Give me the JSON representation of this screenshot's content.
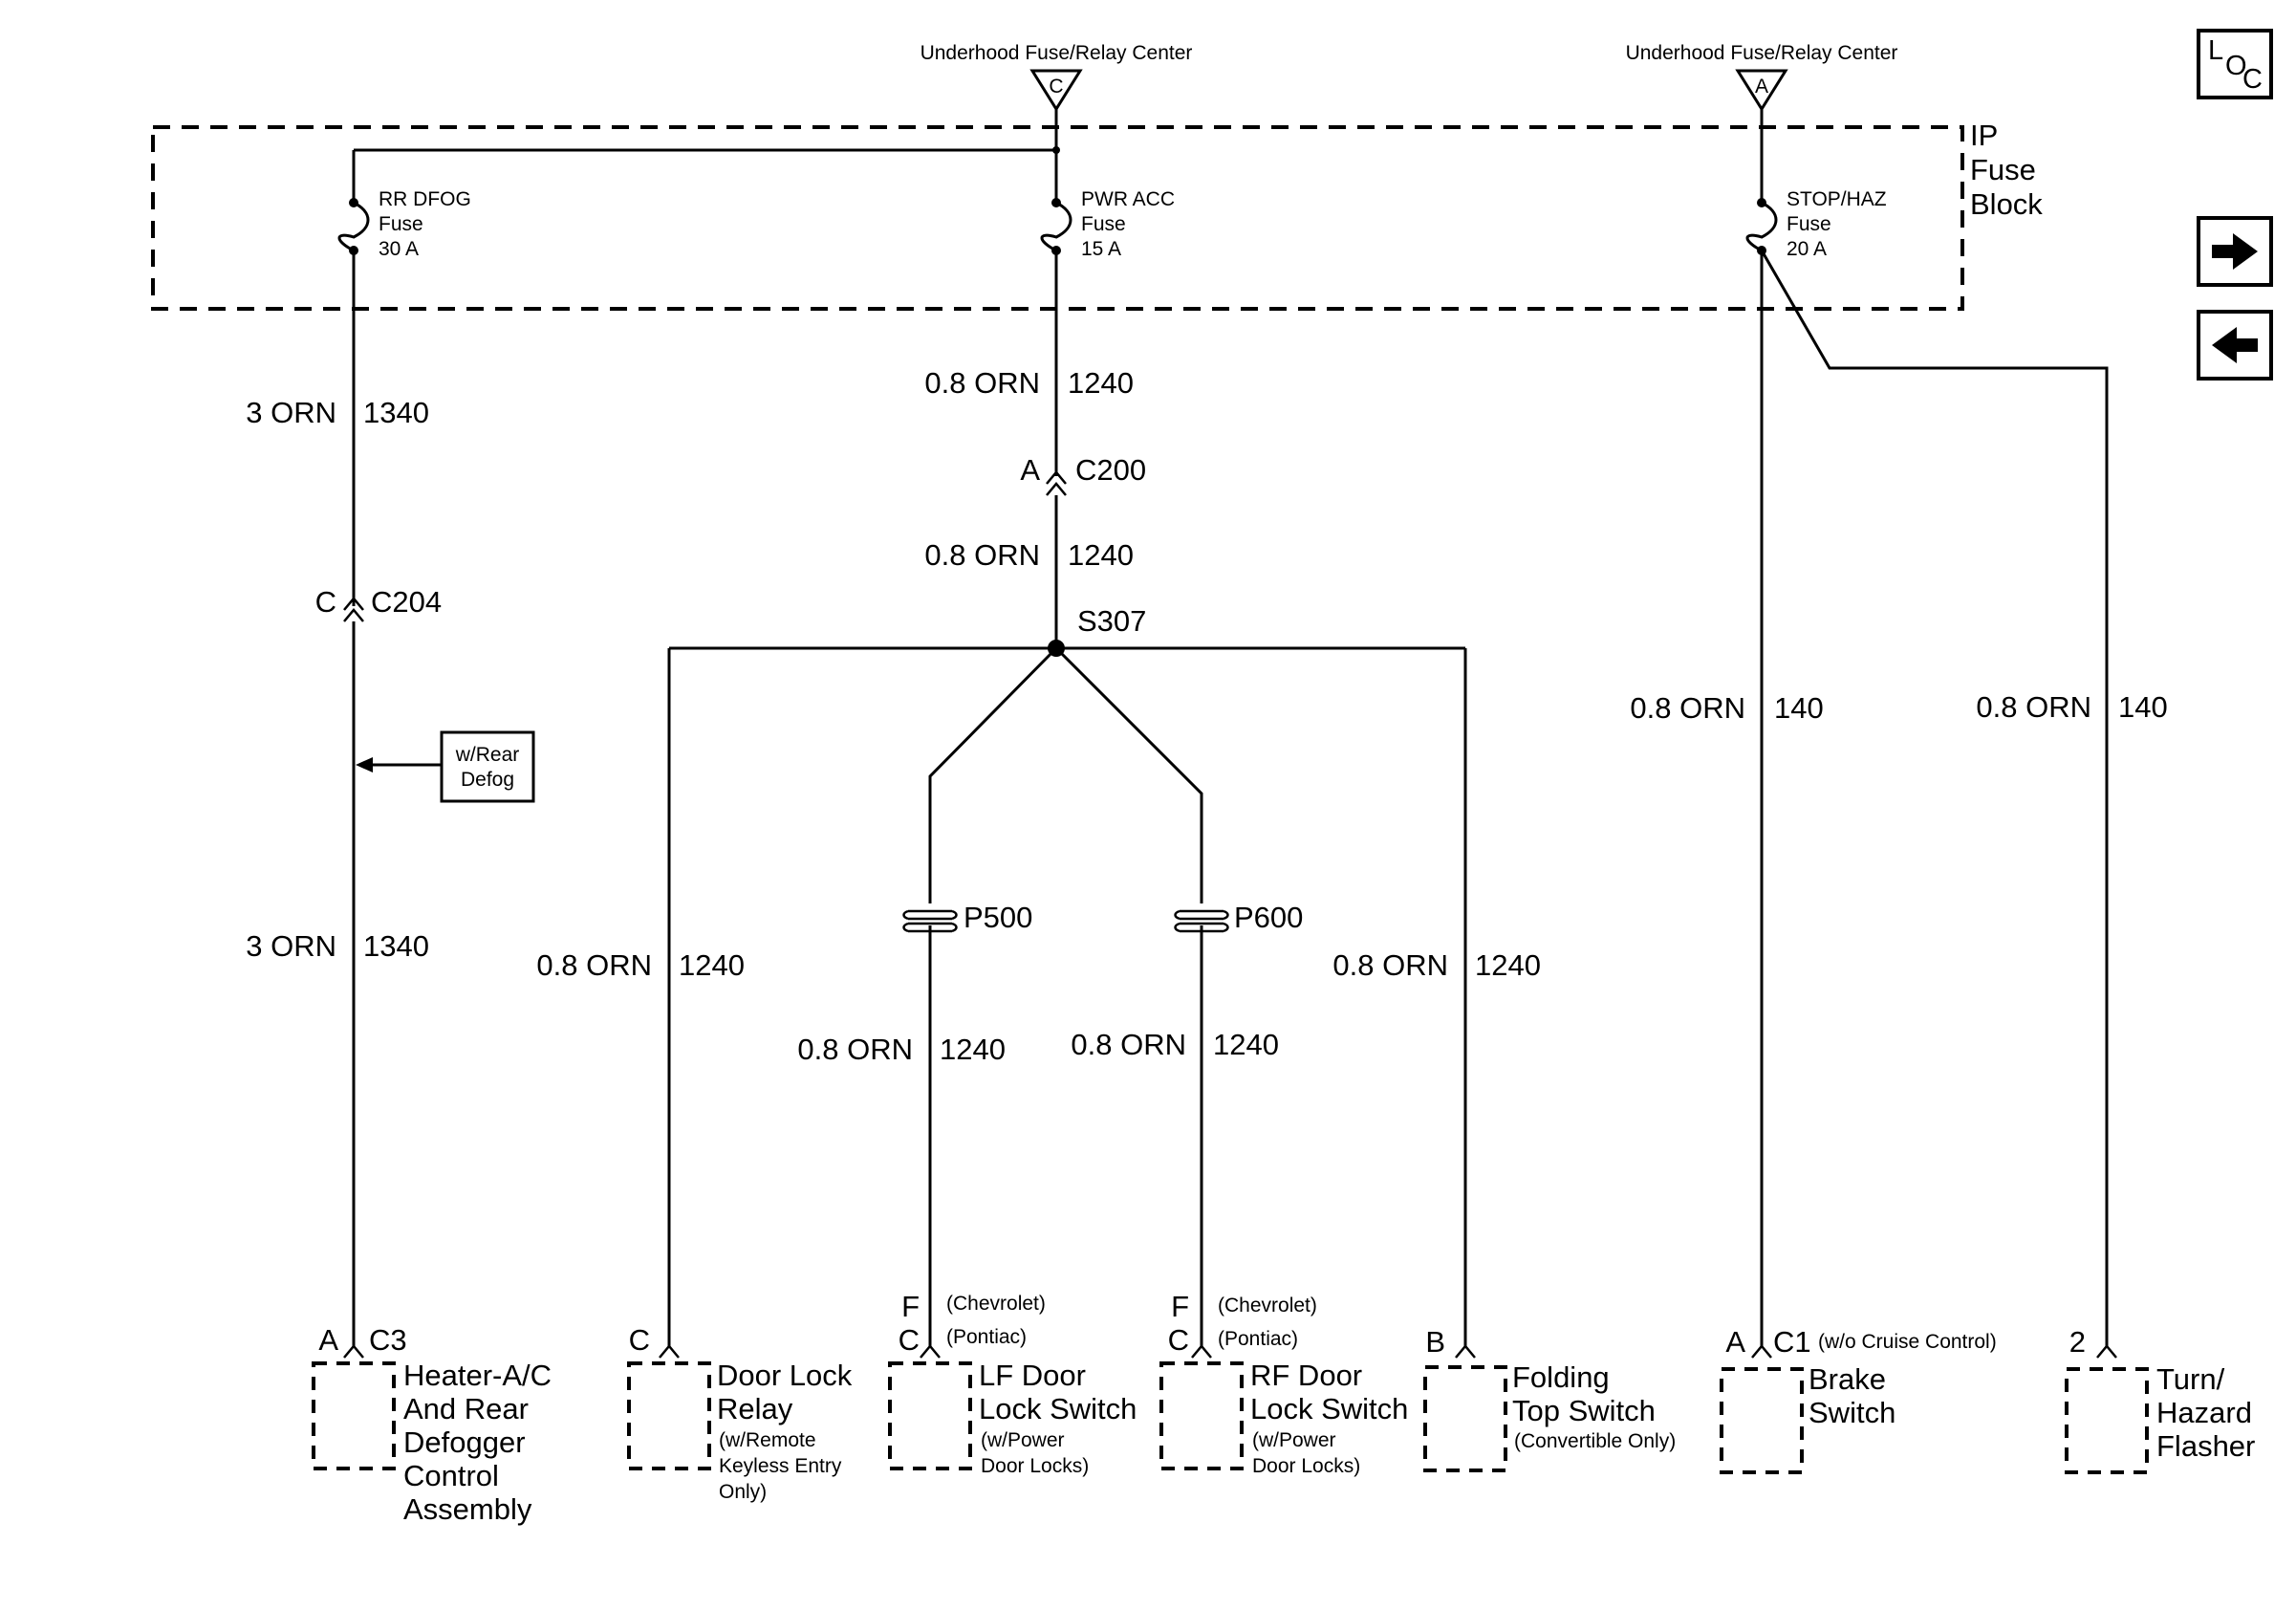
{
  "sources": [
    {
      "label": "Underhood Fuse/Relay Center",
      "terminal": "C"
    },
    {
      "label": "Underhood Fuse/Relay Center",
      "terminal": "A"
    }
  ],
  "fuse_block": {
    "line1": "IP",
    "line2": "Fuse",
    "line3": "Block"
  },
  "fuses": [
    {
      "name": "RR DFOG",
      "type": "Fuse",
      "rating": "30 A"
    },
    {
      "name": "PWR ACC",
      "type": "Fuse",
      "rating": "15 A"
    },
    {
      "name": "STOP/HAZ",
      "type": "Fuse",
      "rating": "20 A"
    }
  ],
  "wires": [
    {
      "gauge_color": "3 ORN",
      "circuit": "1340"
    },
    {
      "gauge_color": "3 ORN",
      "circuit": "1340"
    },
    {
      "gauge_color": "0.8 ORN",
      "circuit": "1240"
    },
    {
      "gauge_color": "0.8 ORN",
      "circuit": "1240"
    },
    {
      "gauge_color": "0.8 ORN",
      "circuit": "1240"
    },
    {
      "gauge_color": "0.8 ORN",
      "circuit": "1240"
    },
    {
      "gauge_color": "0.8 ORN",
      "circuit": "1240"
    },
    {
      "gauge_color": "0.8 ORN",
      "circuit": "1240"
    },
    {
      "gauge_color": "0.8 ORN",
      "circuit": "140"
    },
    {
      "gauge_color": "0.8 ORN",
      "circuit": "140"
    }
  ],
  "connectors": {
    "c204": {
      "pin": "C",
      "name": "C204"
    },
    "c200": {
      "pin": "A",
      "name": "C200"
    },
    "splice": "S307",
    "p500": "P500",
    "p600": "P600"
  },
  "option_note": {
    "line1": "w/Rear",
    "line2": "Defog"
  },
  "components": [
    {
      "pin": "A",
      "conn": "C3",
      "lines": [
        "Heater-A/C",
        "And Rear",
        "Defogger",
        "Control",
        "Assembly"
      ]
    },
    {
      "pin": "C",
      "lines": [
        "Door Lock",
        "Relay"
      ],
      "notes": [
        "(w/Remote",
        "Keyless Entry",
        "Only)"
      ]
    },
    {
      "pin_a": "F",
      "pin_b": "C",
      "variant_a": "(Chevrolet)",
      "variant_b": "(Pontiac)",
      "lines": [
        "LF Door",
        "Lock Switch"
      ],
      "notes": [
        "(w/Power",
        "Door Locks)"
      ]
    },
    {
      "pin_a": "F",
      "pin_b": "C",
      "variant_a": "(Chevrolet)",
      "variant_b": "(Pontiac)",
      "lines": [
        "RF Door",
        "Lock Switch"
      ],
      "notes": [
        "(w/Power",
        "Door Locks)"
      ]
    },
    {
      "pin": "B",
      "lines": [
        "Folding",
        "Top Switch"
      ],
      "notes": [
        "(Convertible Only)"
      ]
    },
    {
      "pin": "A",
      "conn": "C1",
      "conn_note": "(w/o Cruise Control)",
      "lines": [
        "Brake",
        "Switch"
      ]
    },
    {
      "pin": "2",
      "lines": [
        "Turn/",
        "Hazard",
        "Flasher"
      ]
    }
  ],
  "side_icons": {
    "loc": {
      "l": "L",
      "o": "O",
      "c": "C",
      "icon": "location-icon"
    },
    "next": "arrow-right-icon",
    "prev": "arrow-left-icon"
  }
}
